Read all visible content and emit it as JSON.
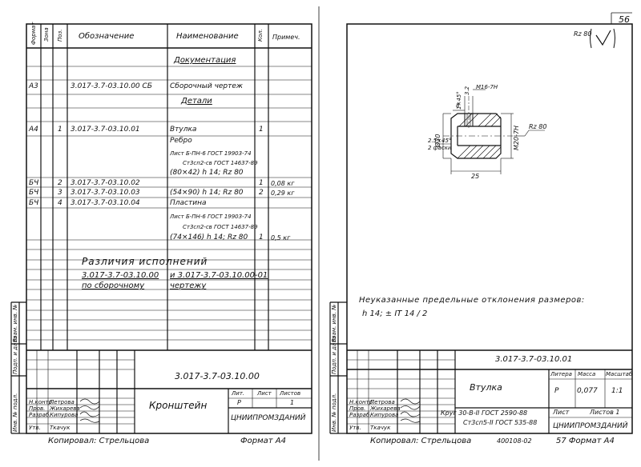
{
  "page_number": "56",
  "left_sheet": {
    "spec_headers": [
      "Формат",
      "Зона",
      "Поз.",
      "Обозначение",
      "Наименование",
      "Кол.",
      "Примеч."
    ],
    "sections": {
      "docs": "Документация",
      "parts": "Детали"
    },
    "rows": [
      {
        "format": "А3",
        "zone": "",
        "pos": "",
        "designation": "3.017-3.7-03.10.00 СБ",
        "name": "Сборочный чертеж",
        "qty": "",
        "note": ""
      },
      {
        "format": "А4",
        "zone": "",
        "pos": "1",
        "designation": "3.017-3.7-03.10.01",
        "name": "Втулка",
        "qty": "1",
        "note": ""
      },
      {
        "format": "",
        "zone": "",
        "pos": "",
        "designation": "",
        "name": "Ребро",
        "qty": "",
        "note": ""
      },
      {
        "format": "",
        "zone": "",
        "pos": "",
        "designation": "",
        "name": "Лист Б-ПН-6 ГОСТ 19903-74",
        "qty": "",
        "note": ""
      },
      {
        "format": "",
        "zone": "",
        "pos": "",
        "designation": "",
        "name": "Ст3сп2-св ГОСТ 14637-89",
        "qty": "",
        "note": ""
      },
      {
        "format": "",
        "zone": "",
        "pos": "",
        "designation": "",
        "name": "(80×42) h 14; Rz 80",
        "qty": "",
        "note": ""
      },
      {
        "format": "БЧ",
        "zone": "",
        "pos": "2",
        "designation": "3.017-3.7-03.10.02",
        "name": "",
        "qty": "1",
        "note": "0,08 кг"
      },
      {
        "format": "БЧ",
        "zone": "",
        "pos": "3",
        "designation": "3.017-3.7-03.10.03",
        "name": "(54×90) h 14; Rz 80",
        "qty": "2",
        "note": "0,29 кг"
      },
      {
        "format": "БЧ",
        "zone": "",
        "pos": "4",
        "designation": "3.017-3.7-03.10.04",
        "name": "Пластина",
        "qty": "",
        "note": ""
      },
      {
        "format": "",
        "zone": "",
        "pos": "",
        "designation": "",
        "name": "Лист Б-ПН-6 ГОСТ 19903-74",
        "qty": "",
        "note": ""
      },
      {
        "format": "",
        "zone": "",
        "pos": "",
        "designation": "",
        "name": "Ст3сп2-св ГОСТ 14637-89",
        "qty": "",
        "note": ""
      },
      {
        "format": "",
        "zone": "",
        "pos": "",
        "designation": "",
        "name": "(74×146) h 14; Rz 80",
        "qty": "1",
        "note": "0,5 кг"
      }
    ],
    "differences": {
      "line1": "Различия исполнений",
      "line2a": "3.017-3.7-03.10.00",
      "line2b": "и 3.017-3.7-03.10.00-01",
      "line3a": "по сборочному",
      "line3b": "чертежу"
    },
    "stamp": {
      "designation": "3.017-3.7-03.10.00",
      "title": "Кронштейн",
      "lit_label": "Лит.",
      "lit_value": "Р",
      "sheet_label": "Лист",
      "sheets_label": "Листов",
      "sheets_value": "1",
      "org": "ЦНИИПРОМЗДАНИЙ",
      "roles": [
        "Н.контр.",
        "Пров.",
        "Разраб.",
        "Утв."
      ],
      "names": [
        "Петрова",
        "Жихарева",
        "Кипурова",
        "Ткачук"
      ]
    },
    "side_labels": [
      "Инв. № подл.",
      "Подп. и дата",
      "Взам. инв. №"
    ],
    "footer_copied": "Копировал: Стрельцова",
    "footer_format": "Формат А4"
  },
  "right_sheet": {
    "roughness_corner": "Rz 80",
    "drawing": {
      "dim_thread": "М16-7Н",
      "dim_chamfer_top": "1×45°",
      "dim_chamfer_left": "2.5×45°",
      "dim_chamfer_note": "2 фаски",
      "dim_top_small": "3.2",
      "dim_8": "8",
      "dim_diameter_left": "Ø30",
      "dim_diameter_right": "М20-7Н",
      "dim_rz": "Rz 80",
      "dim_length": "25"
    },
    "tolerance_note_1": "Неуказанные предельные отклонения размеров:",
    "tolerance_note_2": "h 14; ± IT 14 / 2",
    "stamp": {
      "designation": "3.017-3.7-03.10.01",
      "title": "Втулка",
      "lit_label": "Литера",
      "mass_label": "Масса",
      "scale_label": "Масштаб",
      "lit_value": "Р",
      "mass_value": "0,077",
      "scale_value": "1:1",
      "sheet_label": "Лист",
      "sheets_label": "Листов 1",
      "material_1": "Круг 30-В-II ГОСТ 2590-88",
      "material_2": "Ст3сп5-II ГОСТ 535-88",
      "org": "ЦНИИПРОМЗДАНИЙ",
      "roles": [
        "Н.контр.",
        "Пров.",
        "Разраб.",
        "Утв."
      ],
      "names": [
        "Петрова",
        "Жихарева",
        "Кипурова",
        "Ткачук"
      ]
    },
    "side_labels": [
      "Инв. № подл.",
      "Подп. и дата",
      "Взам. инв. №"
    ],
    "footer_copied": "Копировал: Стрельцова",
    "footer_code": "400108-02",
    "footer_format": "57 Формат А4"
  }
}
